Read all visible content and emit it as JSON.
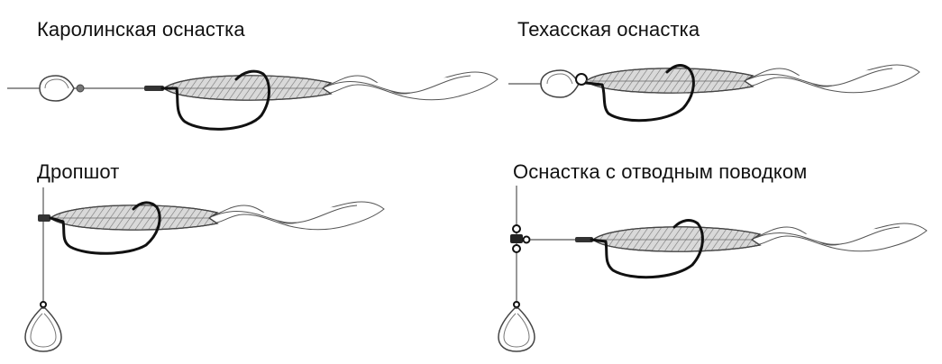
{
  "titles": {
    "carolina": "Каролинская оснастка",
    "texas": "Техасская оснастка",
    "dropshot": "Дропшот",
    "drop_leader": "Оснастка с отводным поводком"
  },
  "colors": {
    "line": "#555555",
    "hook": "#111111",
    "lure_fill": "#d9d9d9",
    "outline": "#444444"
  }
}
